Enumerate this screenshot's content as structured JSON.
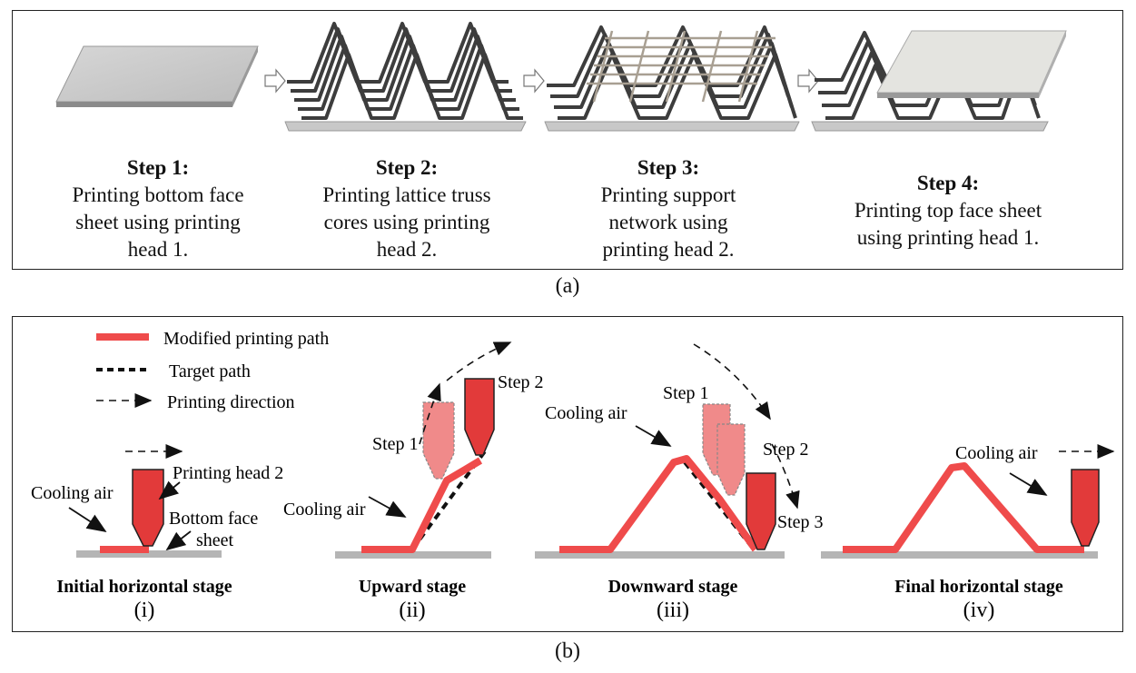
{
  "panel_a": {
    "caption": "(a)",
    "steps": [
      {
        "title": "Step 1:",
        "text": "Printing bottom face\nsheet using printing\nhead 1."
      },
      {
        "title": "Step 2:",
        "text": "Printing lattice truss\ncores using printing\nhead 2."
      },
      {
        "title": "Step 3:",
        "text": "Printing support\nnetwork using\nprinting head 2."
      },
      {
        "title": "Step 4:",
        "text": "Printing top face sheet\nusing printing head 1."
      }
    ]
  },
  "panel_b": {
    "caption": "(b)",
    "legend": {
      "modified": "Modified printing path",
      "target": "Target path",
      "direction": "Printing direction"
    },
    "colors": {
      "path": "#ef4b4b",
      "head": "#e23a3a",
      "head_ghost": "#f08a8a",
      "base": "#b5b5b5"
    },
    "stages": [
      {
        "title": "Initial horizontal stage",
        "num": "(i)",
        "cooling": "Cooling air",
        "head_label": "Printing head 2",
        "sheet_label": "Bottom face\nsheet"
      },
      {
        "title": "Upward stage",
        "num": "(ii)",
        "cooling": "Cooling air",
        "step1": "Step 1",
        "step2": "Step 2"
      },
      {
        "title": "Downward stage",
        "num": "(iii)",
        "cooling": "Cooling air",
        "step1": "Step 1",
        "step2": "Step 2",
        "step3": "Step 3"
      },
      {
        "title": "Final horizontal stage",
        "num": "(iv)",
        "cooling": "Cooling air"
      }
    ]
  }
}
